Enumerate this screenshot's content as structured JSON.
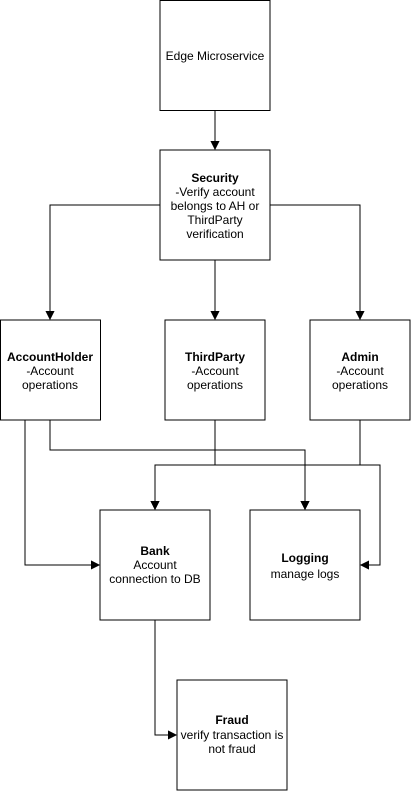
{
  "nodes": {
    "edge": {
      "line1": "Edge Microservice"
    },
    "security": {
      "title": "Security",
      "line1": "-Verify account",
      "line2": "belongs to AH or",
      "line3": "ThirdParty",
      "line4": "verification"
    },
    "accountholder": {
      "title": "AccountHolder",
      "line1": "-Account",
      "line2": "operations"
    },
    "thirdparty": {
      "title": "ThirdParty",
      "line1": "-Account",
      "line2": "operations"
    },
    "admin": {
      "title": "Admin",
      "line1": "-Account",
      "line2": "operations"
    },
    "bank": {
      "title": "Bank",
      "line1": "Account",
      "line2": "connection to DB"
    },
    "logging": {
      "title": "Logging",
      "line1": "manage logs"
    },
    "fraud": {
      "title": "Fraud",
      "line1": "verify transaction is",
      "line2": "not fraud"
    }
  },
  "edges": [
    {
      "from": "Edge Microservice",
      "to": "Security"
    },
    {
      "from": "Security",
      "to": "AccountHolder"
    },
    {
      "from": "Security",
      "to": "ThirdParty"
    },
    {
      "from": "Security",
      "to": "Admin"
    },
    {
      "from": "AccountHolder",
      "to": "Bank"
    },
    {
      "from": "AccountHolder",
      "to": "Logging"
    },
    {
      "from": "ThirdParty",
      "to": "Bank"
    },
    {
      "from": "ThirdParty",
      "to": "Logging"
    },
    {
      "from": "Admin",
      "to": "Bank"
    },
    {
      "from": "Admin",
      "to": "Logging"
    },
    {
      "from": "Bank",
      "to": "Fraud"
    }
  ]
}
